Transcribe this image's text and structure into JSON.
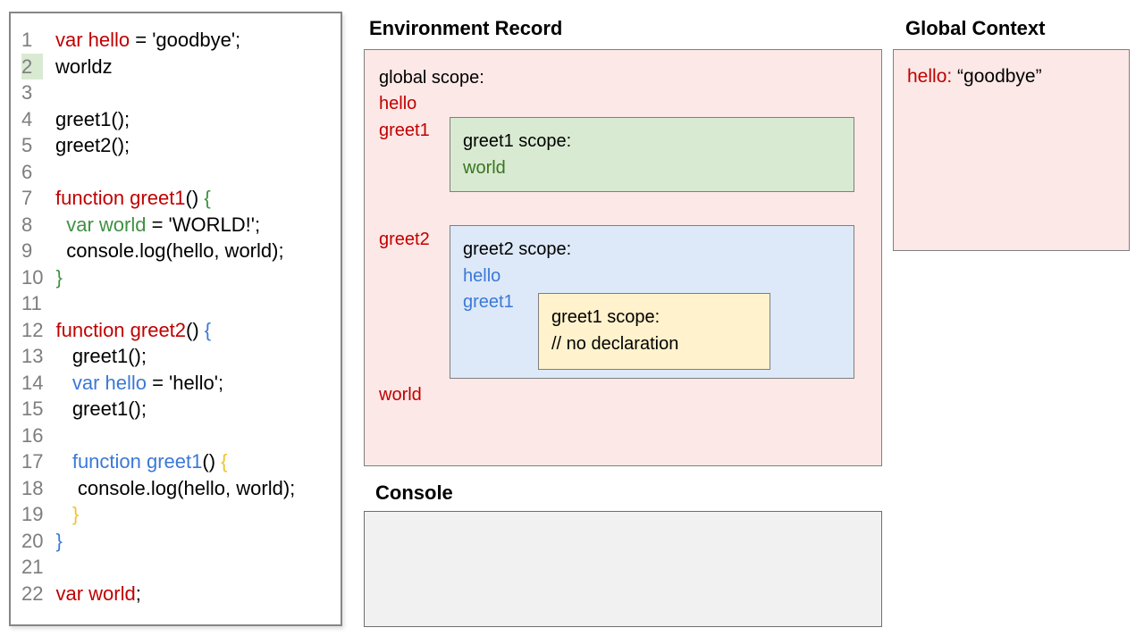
{
  "colors": {
    "red": "#c00000",
    "green": "#3f9142",
    "green-dark": "#38761d",
    "blue": "#3b78d8",
    "yellow": "#f1c232",
    "gray": "#7d7d7d",
    "black": "#000000",
    "border": "#7f7f7f",
    "pink-bg": "#fce8e6",
    "green-bg": "#d9ead3",
    "blue-bg": "#dde9f8",
    "yellow-bg": "#fff2cc",
    "console-bg": "#f1f1f1",
    "hl-green": "#d9ead3"
  },
  "code_panel": {
    "lines": [
      {
        "n": "1",
        "tokens": [
          [
            "red",
            "var hello"
          ],
          [
            "black",
            " = 'goodbye';"
          ]
        ]
      },
      {
        "n": "2",
        "hl": true,
        "tokens": [
          [
            "black",
            "worldz"
          ]
        ]
      },
      {
        "n": "3",
        "tokens": []
      },
      {
        "n": "4",
        "tokens": [
          [
            "black",
            "greet1();"
          ]
        ]
      },
      {
        "n": "5",
        "tokens": [
          [
            "black",
            "greet2();"
          ]
        ]
      },
      {
        "n": "6",
        "tokens": []
      },
      {
        "n": "7",
        "tokens": [
          [
            "red",
            "function greet1"
          ],
          [
            "black",
            "() "
          ],
          [
            "green",
            "{"
          ]
        ]
      },
      {
        "n": "8",
        "tokens": [
          [
            "black",
            "  "
          ],
          [
            "green",
            "var world"
          ],
          [
            "black",
            " = 'WORLD!';"
          ]
        ]
      },
      {
        "n": "9",
        "tokens": [
          [
            "black",
            "  console.log(hello, world);"
          ]
        ]
      },
      {
        "n": "10",
        "tokens": [
          [
            "green",
            "}"
          ]
        ]
      },
      {
        "n": "11",
        "tokens": []
      },
      {
        "n": "12",
        "tokens": [
          [
            "red",
            "function greet2"
          ],
          [
            "black",
            "() "
          ],
          [
            "blue",
            "{"
          ]
        ]
      },
      {
        "n": "13",
        "tokens": [
          [
            "black",
            "   greet1();"
          ]
        ]
      },
      {
        "n": "14",
        "tokens": [
          [
            "black",
            "   "
          ],
          [
            "blue",
            "var hello"
          ],
          [
            "black",
            " = 'hello';"
          ]
        ]
      },
      {
        "n": "15",
        "tokens": [
          [
            "black",
            "   greet1();"
          ]
        ]
      },
      {
        "n": "16",
        "tokens": []
      },
      {
        "n": "17",
        "tokens": [
          [
            "black",
            "   "
          ],
          [
            "blue",
            "function greet1"
          ],
          [
            "black",
            "() "
          ],
          [
            "yellow",
            "{"
          ]
        ]
      },
      {
        "n": "18",
        "tokens": [
          [
            "black",
            "    console.log(hello, world);"
          ]
        ]
      },
      {
        "n": "19",
        "tokens": [
          [
            "black",
            "   "
          ],
          [
            "yellow",
            "}"
          ]
        ]
      },
      {
        "n": "20",
        "tokens": [
          [
            "blue",
            "}"
          ]
        ]
      },
      {
        "n": "21",
        "tokens": []
      },
      {
        "n": "22",
        "tokens": [
          [
            "red",
            "var world"
          ],
          [
            "black",
            ";"
          ]
        ]
      }
    ]
  },
  "environment_record": {
    "title": "Environment Record",
    "global_scope_label": "global scope:",
    "global_vars": {
      "v1": "hello",
      "v2": "greet1",
      "v3": "greet2",
      "v4": "world"
    },
    "greet1_scope": {
      "label": "greet1 scope:",
      "v1": "world"
    },
    "greet2_scope": {
      "label": "greet2 scope:",
      "v1": "hello",
      "v2": "greet1"
    },
    "nested_greet1_scope": {
      "label": "greet1 scope:",
      "comment": "// no declaration"
    }
  },
  "global_context": {
    "title": "Global Context",
    "key": "hello:",
    "value": " “goodbye”"
  },
  "console_panel": {
    "title": "Console"
  }
}
